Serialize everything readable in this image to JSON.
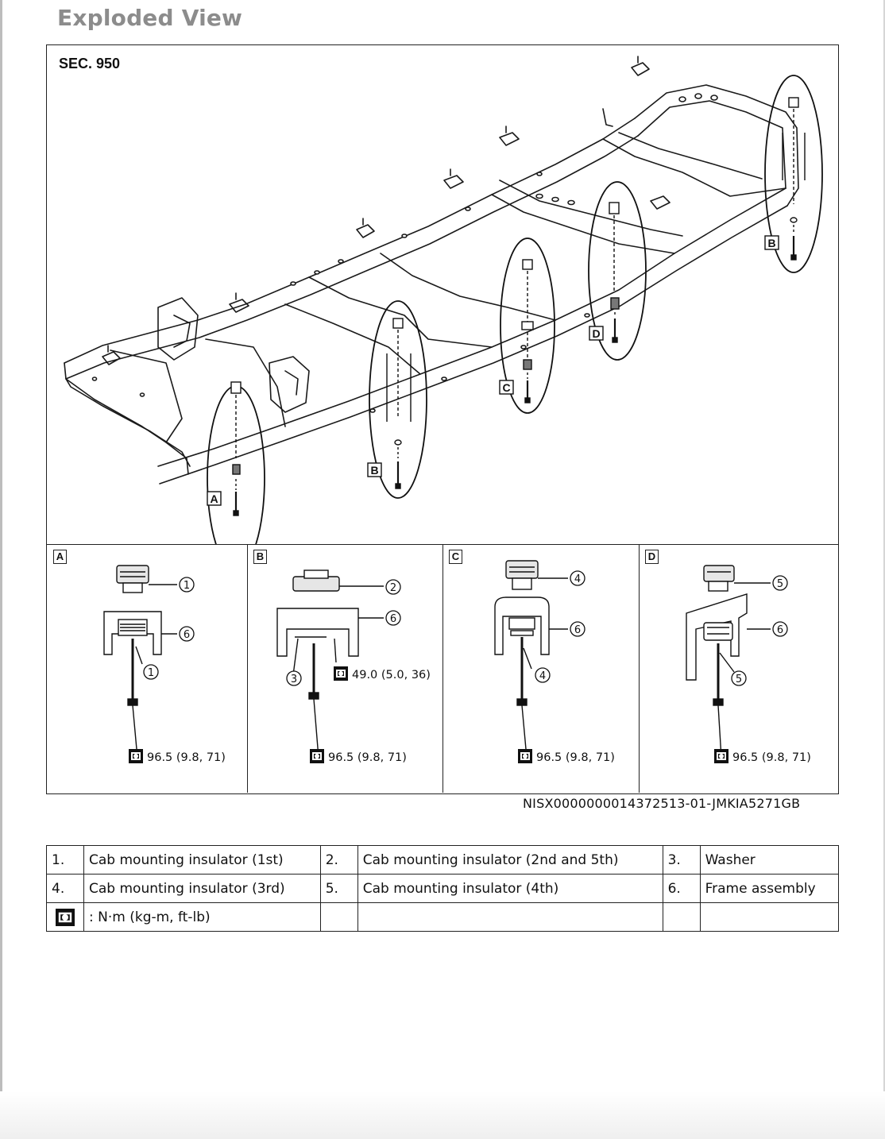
{
  "page_title": "Exploded View",
  "figure": {
    "section_label": "SEC. 950",
    "callout_letters": [
      "A",
      "B",
      "C",
      "D",
      "B"
    ],
    "panels": [
      {
        "letter": "A",
        "parts": [
          "1",
          "6",
          "1"
        ],
        "torque": "96.5 (9.8, 71)"
      },
      {
        "letter": "B",
        "parts": [
          "2",
          "6",
          "3"
        ],
        "torque_secondary": "49.0 (5.0, 36)",
        "torque": "96.5 (9.8, 71)"
      },
      {
        "letter": "C",
        "parts": [
          "4",
          "6",
          "4"
        ],
        "torque": "96.5 (9.8, 71)"
      },
      {
        "letter": "D",
        "parts": [
          "5",
          "6",
          "5"
        ],
        "torque": "96.5 (9.8, 71)"
      }
    ],
    "figure_id": "NISX0000000014372513-01-JMKIA5271GB"
  },
  "legend": {
    "rows": [
      [
        {
          "num": "1.",
          "label": "Cab mounting insulator (1st)"
        },
        {
          "num": "2.",
          "label": "Cab mounting insulator (2nd and 5th)"
        },
        {
          "num": "3.",
          "label": "Washer"
        }
      ],
      [
        {
          "num": "4.",
          "label": "Cab mounting insulator (3rd)"
        },
        {
          "num": "5.",
          "label": "Cab mounting insulator (4th)"
        },
        {
          "num": "6.",
          "label": "Frame assembly"
        }
      ]
    ],
    "unit_label": ": N·m (kg-m, ft-lb)",
    "torque_icon": "torque-wrench-icon"
  }
}
